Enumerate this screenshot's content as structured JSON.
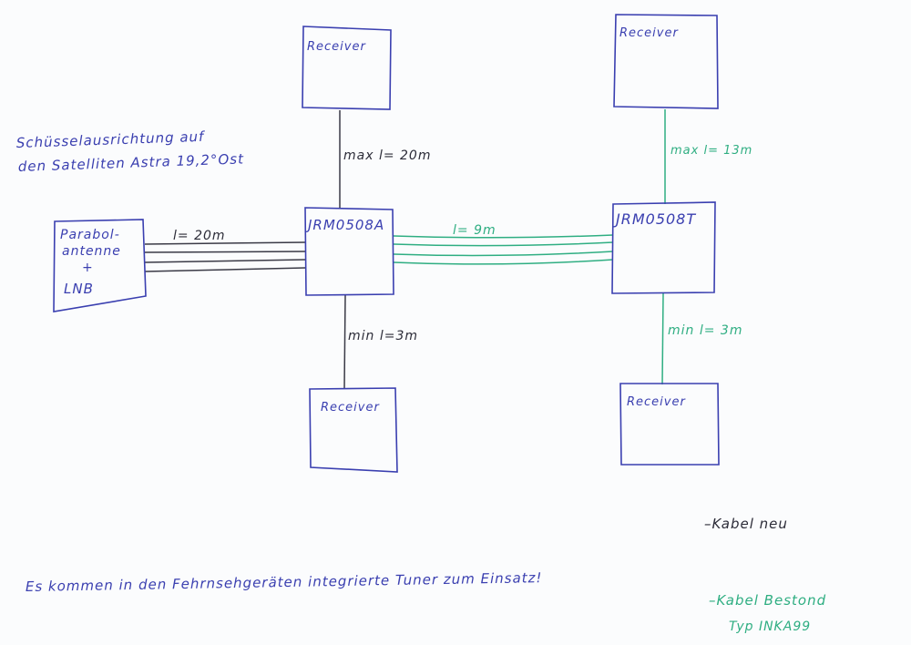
{
  "colors": {
    "ink_blue": "#3a3fb0",
    "ink_dark": "#2c2c38",
    "ink_green": "#2fae82"
  },
  "note_alignment": {
    "line1": "Schüsselausrichtung auf",
    "line2": "den Satelliten Astra 19,2°Ost"
  },
  "devices": {
    "antenna": {
      "line1": "Parabol-",
      "line2": "antenne",
      "line3": "+",
      "line4": "LNB"
    },
    "multiswitch_a": "JRM0508A",
    "multiswitch_t": "JRM0508T",
    "receiver_top_left": "Receiver",
    "receiver_bottom_left": "Receiver",
    "receiver_top_right": "Receiver",
    "receiver_bottom_right": "Receiver"
  },
  "cables": {
    "antenna_to_a": "l= 20m",
    "a_to_t": "l= 9m",
    "a_to_receiver_top": "max l= 20m",
    "a_to_receiver_bottom": "min l=3m",
    "t_to_receiver_top": "max l= 13m",
    "t_to_receiver_bottom": "min l= 3m"
  },
  "footer_note": "Es kommen in den Fehrnsehgeräten integrierte Tuner zum Einsatz!",
  "legend": {
    "new_cable": "–Kabel neu",
    "existing_cable_line1": "–Kabel Bestond",
    "existing_cable_line2": "Typ INKA99"
  }
}
